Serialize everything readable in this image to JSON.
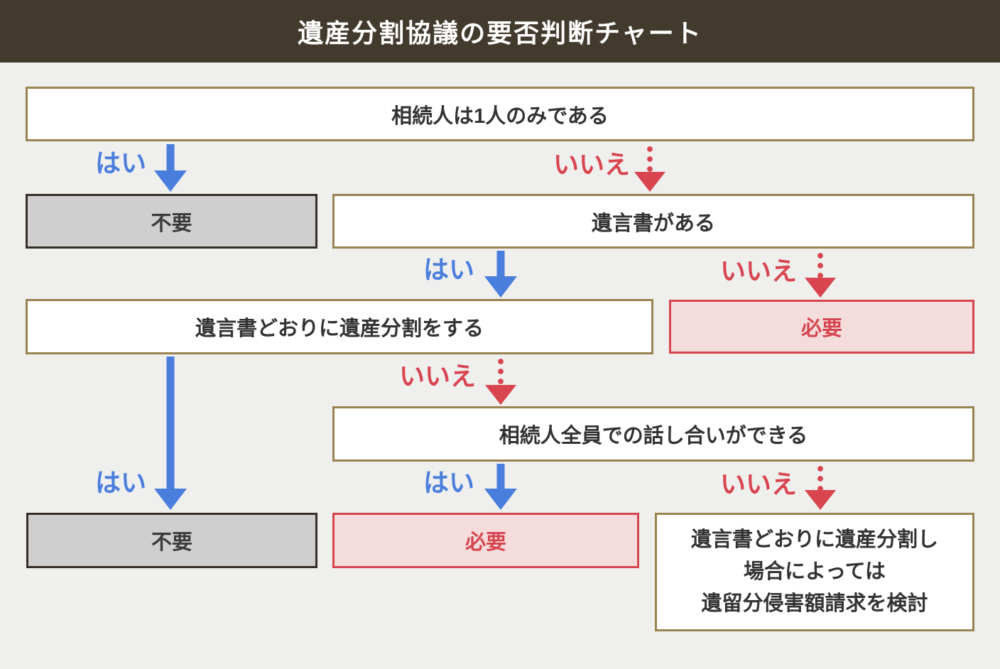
{
  "title": "遺産分割協議の要否判断チャート",
  "edge_labels": {
    "yes": "はい",
    "no": "いいえ"
  },
  "nodes": {
    "q_single_heir": "相続人は1人のみである",
    "q_will_exists": "遺言書がある",
    "q_divide_per_will": "遺言書どおりに遺産分割をする",
    "q_all_heirs_can_discuss": "相続人全員での話し合いができる",
    "result_not_needed_top": "不要",
    "result_needed_right": "必要",
    "result_not_needed_bottom": "不要",
    "result_needed_bottom": "必要",
    "result_final_line1": "遺言書どおりに遺産分割し",
    "result_final_line2": "場合によっては",
    "result_final_line3": "遺留分侵害額請求を検討"
  },
  "colors": {
    "header_bg": "#423a2d",
    "page_bg": "#efefee",
    "question_box_border": "#99834f",
    "question_box_bg": "#ffffff",
    "yes_blue": "#4a7edd",
    "no_red": "#d8454f",
    "not_needed_bg": "#cfcfcf",
    "not_needed_border": "#362f28",
    "needed_bg": "#f5dcdc",
    "needed_border": "#d6454e",
    "text_dark": "#333333",
    "title_text": "#ffffff"
  }
}
